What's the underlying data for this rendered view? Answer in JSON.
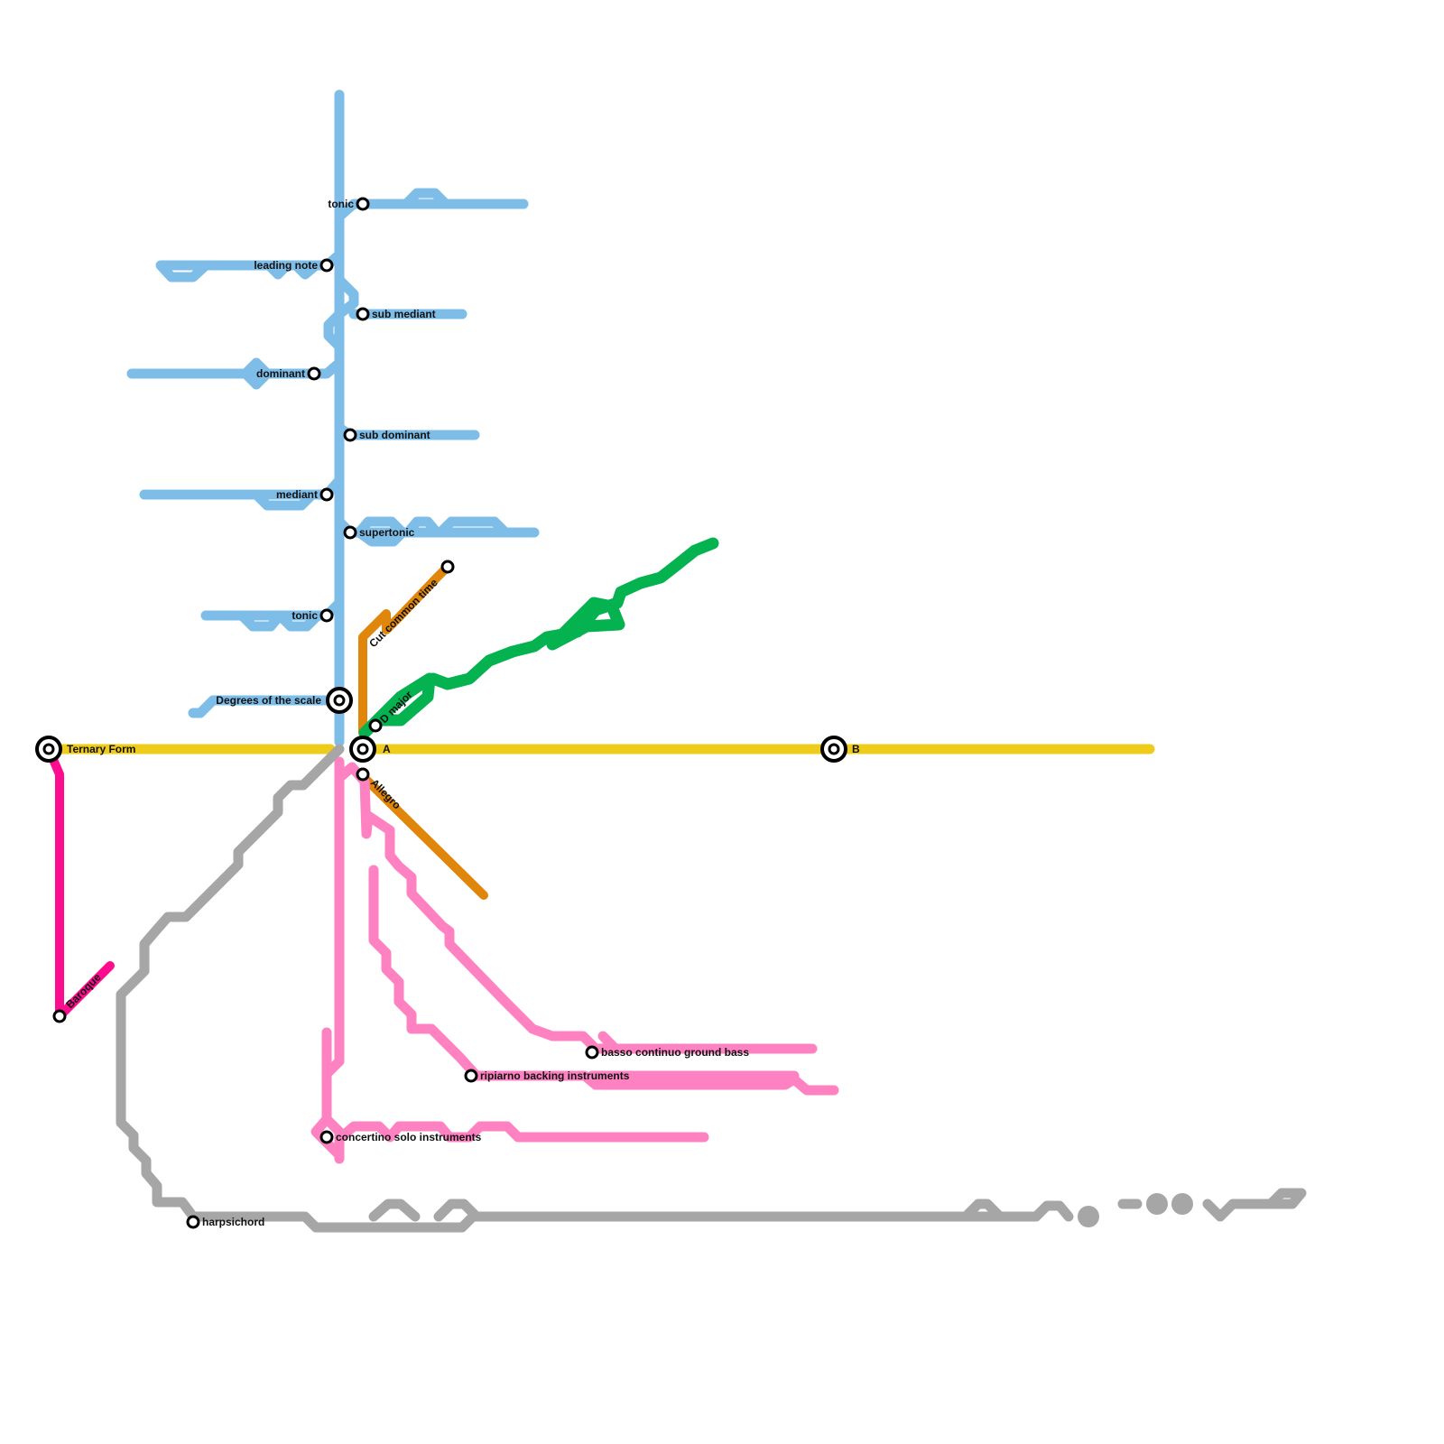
{
  "colors": {
    "blue": "#7dbde8",
    "yellow": "#efcb1a",
    "magenta": "#fe0c8f",
    "pink": "#fe82c1",
    "green": "#04b24f",
    "orange": "#e0860a",
    "gray": "#a6a6a6"
  },
  "stations": {
    "degrees_of_the_scale": "Degrees of the scale",
    "tonic_top": "tonic",
    "leading_note": "leading note",
    "sub_mediant": "sub mediant",
    "dominant": "dominant",
    "sub_dominant": "sub dominant",
    "mediant": "mediant",
    "supertonic": "supertonic",
    "tonic_bottom": "tonic",
    "ternary_form": "Ternary Form",
    "a": "A",
    "b": "B",
    "baroque": "Baroque",
    "cut_common_time": "Cut common time",
    "d_major": "D major",
    "allegro": "Allegro",
    "basso_continuo": "basso continuo ground bass",
    "ripiarno": "ripiarno  backing instruments",
    "concertino": "concertino solo instruments",
    "harpsichord": "harpsichord"
  }
}
